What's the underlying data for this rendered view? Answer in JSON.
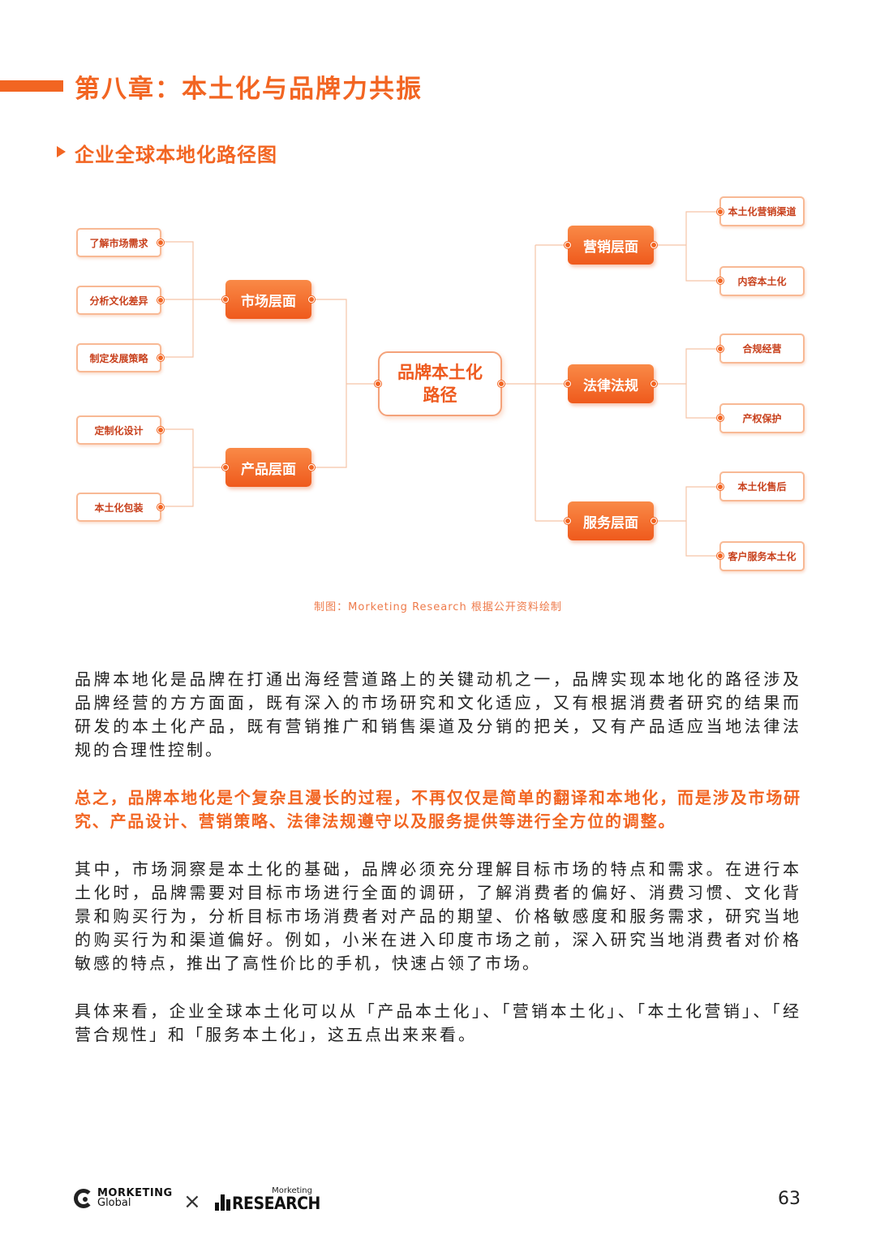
{
  "chapter": {
    "title": "第八章：本土化与品牌力共振"
  },
  "section": {
    "title": "企业全球本地化路径图"
  },
  "diagram": {
    "center": {
      "line1": "品牌本土化",
      "line2": "路径"
    },
    "market": {
      "label": "市场层面",
      "items": [
        "了解市场需求",
        "分析文化差异",
        "制定发展策略"
      ]
    },
    "product": {
      "label": "产品层面",
      "items": [
        "定制化设计",
        "本土化包装"
      ]
    },
    "marketing": {
      "label": "营销层面",
      "items": [
        "本土化营销渠道",
        "内容本土化"
      ]
    },
    "legal": {
      "label": "法律法规",
      "items": [
        "合规经营",
        "产权保护"
      ]
    },
    "service": {
      "label": "服务层面",
      "items": [
        "本土化售后",
        "客户服务本土化"
      ]
    },
    "caption": "制图：Morketing Research 根据公开资料绘制"
  },
  "body": {
    "p1": "品牌本地化是品牌在打通出海经营道路上的关键动机之一，品牌实现本地化的路径涉及品牌经营的方方面面，既有深入的市场研究和文化适应，又有根据消费者研究的结果而研发的本土化产品，既有营销推广和销售渠道及分销的把关，又有产品适应当地法律法规的合理性控制。",
    "p2": "总之，品牌本地化是个复杂且漫长的过程，不再仅仅是简单的翻译和本地化，而是涉及市场研究、产品设计、营销策略、法律法规遵守以及服务提供等进行全方位的调整。",
    "p3": "其中，市场洞察是本土化的基础，品牌必须充分理解目标市场的特点和需求。在进行本土化时，品牌需要对目标市场进行全面的调研，了解消费者的偏好、消费习惯、文化背景和购买行为，分析目标市场消费者对产品的期望、价格敏感度和服务需求，研究当地的购买行为和渠道偏好。例如，小米在进入印度市场之前，深入研究当地消费者对价格敏感的特点，推出了高性价比的手机，快速占领了市场。",
    "p4": "具体来看，企业全球本土化可以从「产品本土化」、「营销本土化」、「本土化营销」、「经营合规性」和「服务本土化」，这五点出来来看。"
  },
  "footer": {
    "logo1_line1": "MORKETING",
    "logo1_line2": "Global",
    "separator": "×",
    "logo2_small": "Morketing",
    "logo2_big": "RESEARCH",
    "page_number": "63"
  },
  "colors": {
    "accent": "#f26522",
    "leaf_border": "#f8b995",
    "connector": "#f5c4a8"
  }
}
